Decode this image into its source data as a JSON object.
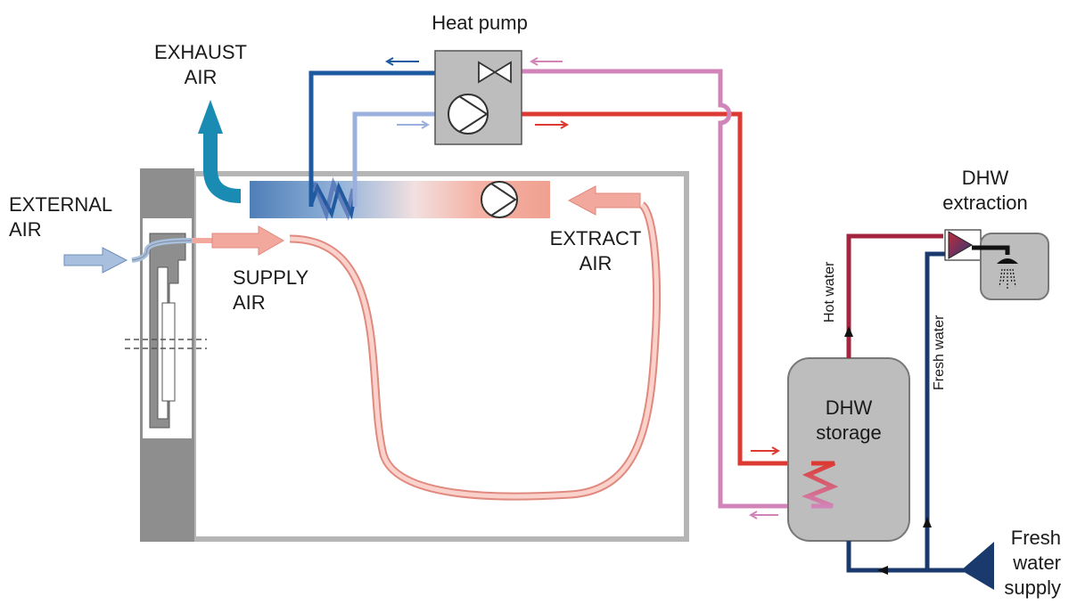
{
  "labels": {
    "heat_pump": "Heat pump",
    "exhaust_air": [
      "EXHAUST",
      "AIR"
    ],
    "external_air": [
      "EXTERNAL",
      "AIR"
    ],
    "supply_air": [
      "SUPPLY",
      "AIR"
    ],
    "extract_air": [
      "EXTRACT",
      "AIR"
    ],
    "dhw_extraction": [
      "DHW",
      "extraction"
    ],
    "dhw_storage": [
      "DHW",
      "storage"
    ],
    "hot_water": "Hot water",
    "fresh_water": "Fresh water",
    "fresh_water_supply": [
      "Fresh",
      "water",
      "supply"
    ]
  },
  "icons": {
    "expansion_valve": "expansion-valve-icon",
    "compressor": "compressor-icon",
    "fan": "fan-icon",
    "shower": "shower-icon",
    "mixing_valve": "mixing-valve-icon"
  },
  "colors": {
    "cold_refrigerant": "#1d5aa0",
    "light_refrigerant": "#9bb0dc",
    "hot_refrigerant": "#dc3a32",
    "return_refrigerant": "#d184b7",
    "exhaust_air": "#1a8bb3",
    "warm_air": "#f2a89c",
    "hot_water": "#a3243e",
    "fresh_water": "#1a3a6e",
    "housing_gray": "#bdbdbd"
  }
}
